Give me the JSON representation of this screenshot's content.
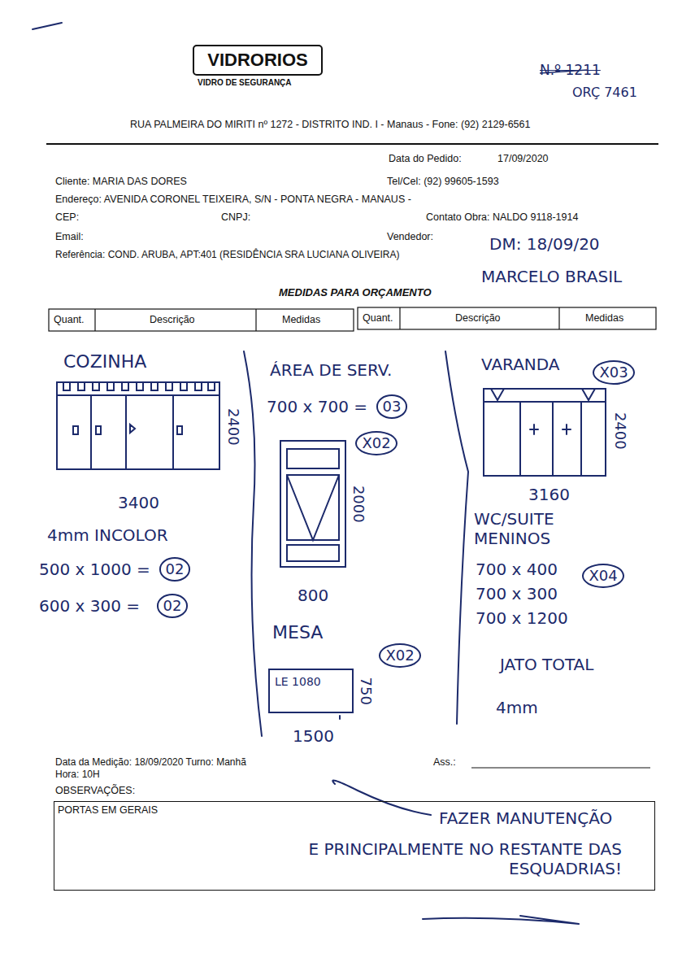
{
  "diagram": {
    "nodes": [
      {
        "text": [
          "VIDRORIOS"
        ]
      },
      {
        "text": [
          "02"
        ]
      },
      {
        "text": [
          "02"
        ]
      },
      {
        "text": [
          "03"
        ]
      },
      {
        "text": [
          "X02"
        ]
      },
      {
        "text": [
          "X03"
        ]
      },
      {
        "text": [
          "X04"
        ]
      },
      {
        "text": [
          "X02"
        ]
      },
      {
        "text": [
          "LE 1080"
        ]
      },
      {
        "text": [
          "PORTAS EM GERAIS"
        ]
      }
    ],
    "labels": [
      "VIDRO DE SEGURANÇA",
      "N.º 1211",
      "ORÇ 7461",
      "RUA PALMEIRA DO MIRITI nº 1272 - DISTRITO IND. I - Manaus - Fone: (92) 2129-6561",
      "Data do Pedido:",
      "17/09/2020",
      "Cliente: MARIA DAS DORES",
      "Tel/Cel: (92) 99605-1593",
      "Endereço: AVENIDA CORONEL TEIXEIRA, S/N - PONTA NEGRA - MANAUS -",
      "CEP:",
      "CNPJ:",
      "Contato Obra: NALDO 9118-1914",
      "Email:",
      "Vendedor:",
      "Referência: COND. ARUBA, APT:401 (RESIDÊNCIA SRA LUCIANA OLIVEIRA)",
      "DM: 18/09/20",
      "MARCELO BRASIL",
      "MEDIDAS PARA ORÇAMENTO",
      "Quant.",
      "Descrição",
      "Medidas",
      "Quant.",
      "Descrição",
      "Medidas",
      "COZINHA",
      "2400",
      "3400",
      "4mm INCOLOR",
      "500 x 1000 =",
      "600 x 300 =",
      "ÁREA DE SERV.",
      "700 x 700 =",
      "2000",
      "800",
      "MESA",
      "750",
      "1500",
      "VARANDA",
      "2400",
      "3160",
      "WC/SUITE MENINOS",
      "700 x 400",
      "700 x 300",
      "700 x 1200",
      "JATO TOTAL",
      "4mm",
      "Data da Medição: 18/09/2020 Turno: Manhã",
      "Hora: 10H",
      "Ass.:",
      "OBSERVAÇÕES:",
      "FAZER MANUTENÇÃO",
      "E PRINCIPALMENTE NO RESTANTE DAS ESQUADRIAS!"
    ]
  }
}
